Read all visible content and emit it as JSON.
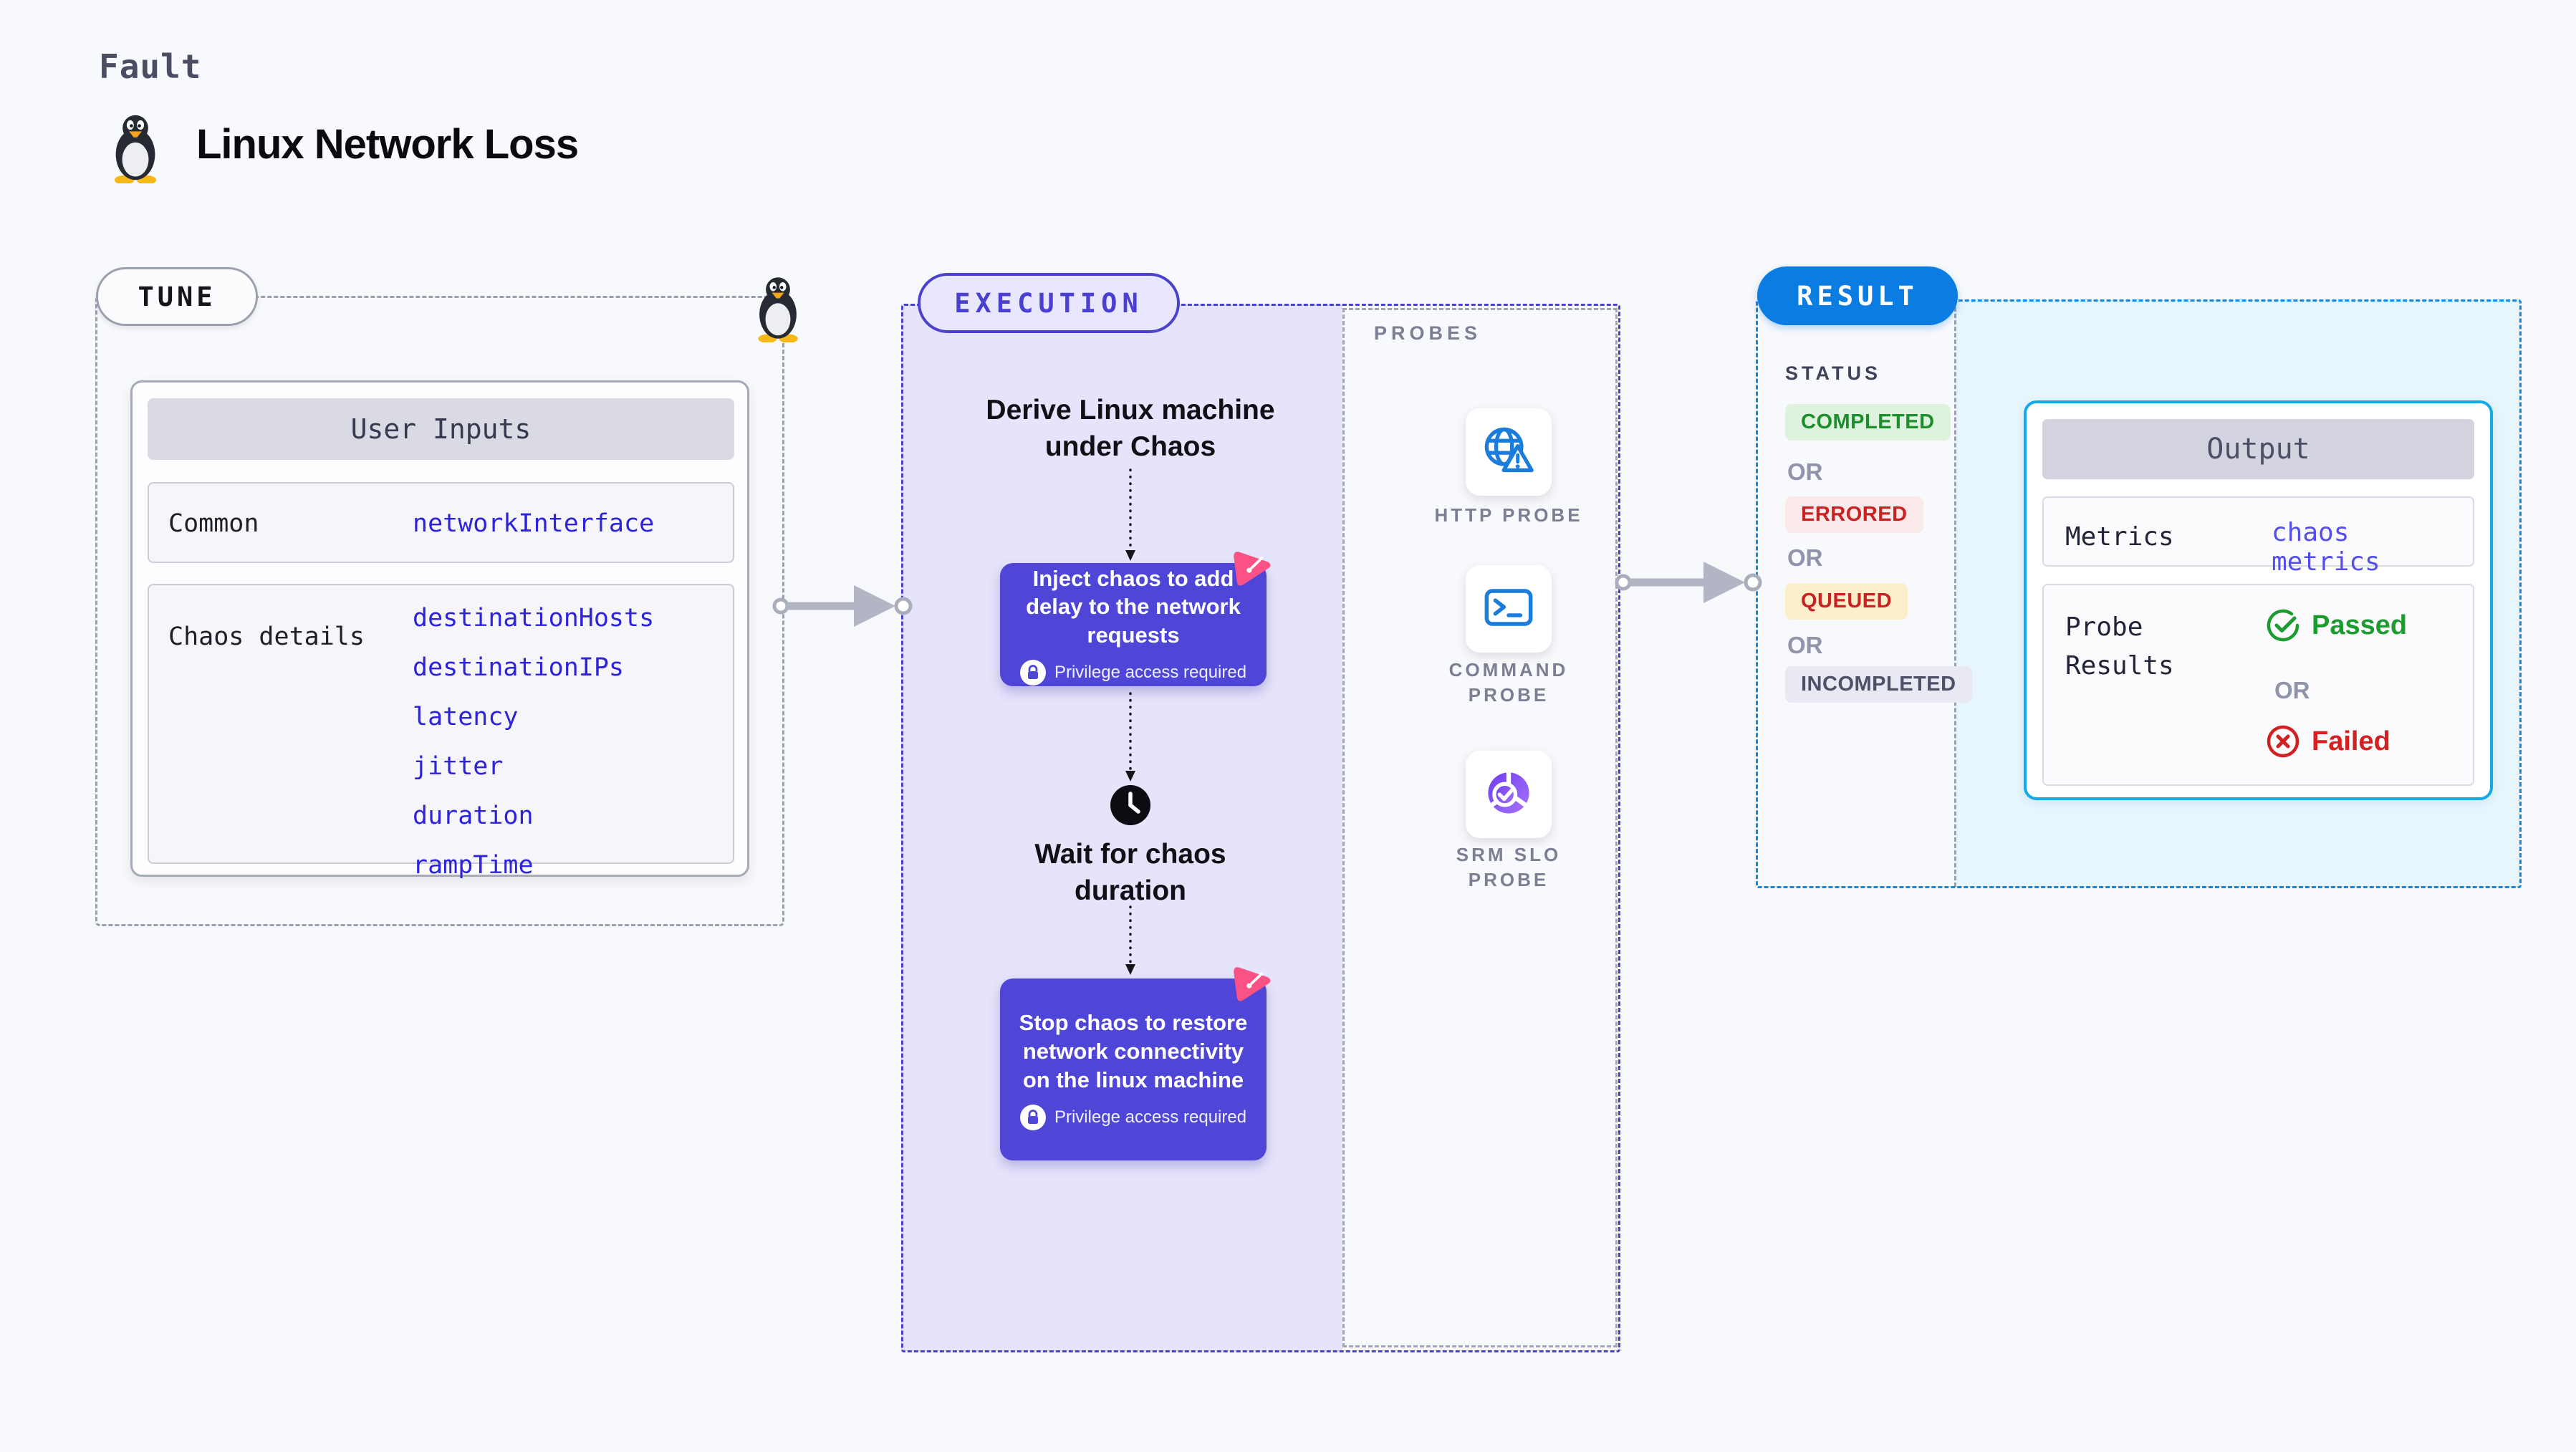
{
  "page": {
    "kicker": "Fault",
    "title": "Linux Network Loss"
  },
  "tune": {
    "badge": "TUNE",
    "table": {
      "header": "User Inputs",
      "rows": [
        {
          "label": "Common",
          "values": [
            "networkInterface"
          ]
        },
        {
          "label": "Chaos details",
          "values": [
            "destinationHosts",
            "destinationIPs",
            "latency",
            "jitter",
            "duration",
            "rampTime"
          ]
        }
      ]
    }
  },
  "execution": {
    "badge": "EXECUTION",
    "derive_text": "Derive Linux machine under Chaos",
    "inject_step": {
      "text": "Inject chaos to add delay to the network requests",
      "privilege": "Privilege access required"
    },
    "wait_text": "Wait for chaos duration",
    "stop_step": {
      "text": "Stop chaos to restore network connectivity on the linux machine",
      "privilege": "Privilege access required"
    }
  },
  "probes": {
    "label": "PROBES",
    "items": [
      {
        "label": "HTTP PROBE",
        "icon": "globe-warning-icon"
      },
      {
        "label": "COMMAND PROBE",
        "icon": "terminal-icon"
      },
      {
        "label": "SRM SLO PROBE",
        "icon": "slo-donut-check-icon"
      }
    ]
  },
  "result": {
    "badge": "RESULT",
    "status_label": "STATUS",
    "or_label": "OR",
    "statuses": [
      {
        "label": "COMPLETED",
        "text_color": "#1d8e2c",
        "bg_color": "#def3dd"
      },
      {
        "label": "ERRORED",
        "text_color": "#c92222",
        "bg_color": "#fae9e9"
      },
      {
        "label": "QUEUED",
        "text_color": "#c92222",
        "bg_color": "#fbefcb"
      },
      {
        "label": "INCOMPLETED",
        "text_color": "#4d5168",
        "bg_color": "#e8e9f2"
      }
    ],
    "output": {
      "header": "Output",
      "metrics_label": "Metrics",
      "metrics_value": "chaos metrics",
      "probe_results_label": "Probe Results",
      "passed_label": "Passed",
      "failed_label": "Failed"
    }
  },
  "colors": {
    "page_bg": "#f8f9fc",
    "execution_fill": "#e6e4fb",
    "execution_border": "#4a42cf",
    "chaos_box": "#4f46d8",
    "tune_value_blue": "#2c23da",
    "metrics_value_blue": "#544df0",
    "result_blue": "#0b7ce2",
    "result_cyan_bg": "#e7f5fd",
    "output_border_cyan": "#14a9e8",
    "chaos_logo_pink": "#fb5285",
    "probe_icon_blue": "#1a7cdb",
    "passed_green": "#1b9b30",
    "failed_red": "#d32020"
  }
}
